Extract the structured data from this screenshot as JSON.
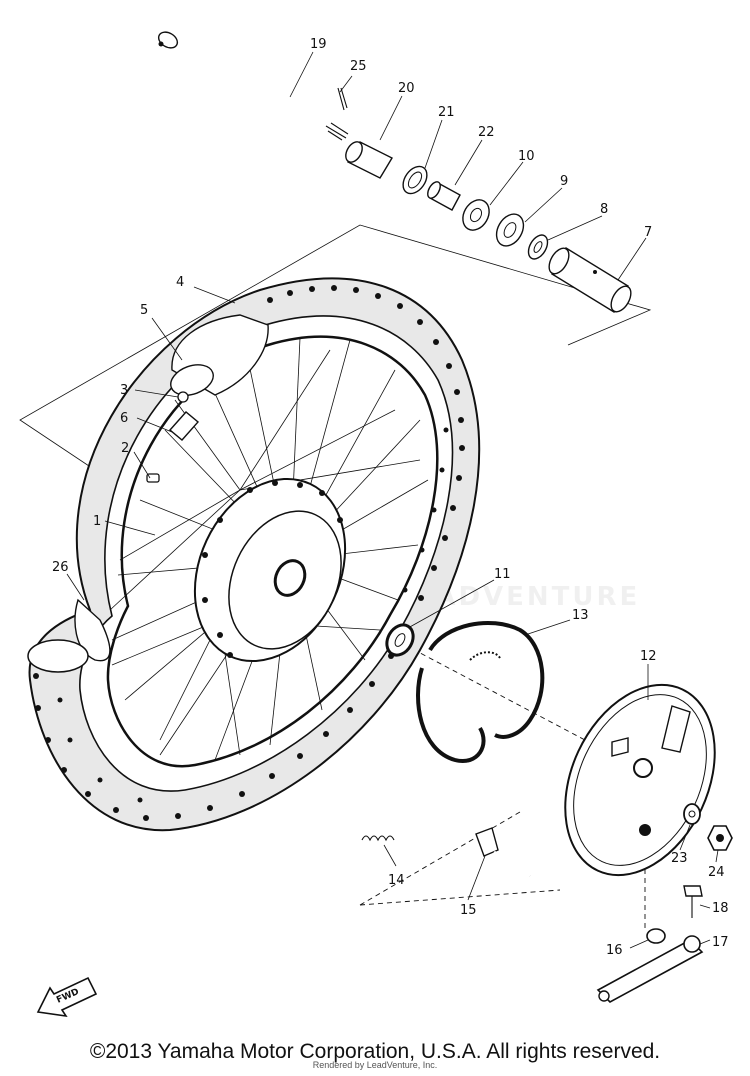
{
  "diagram": {
    "callouts": [
      {
        "id": "19",
        "label": "19"
      },
      {
        "id": "25",
        "label": "25"
      },
      {
        "id": "20",
        "label": "20"
      },
      {
        "id": "21",
        "label": "21"
      },
      {
        "id": "22",
        "label": "22"
      },
      {
        "id": "10",
        "label": "10"
      },
      {
        "id": "9",
        "label": "9"
      },
      {
        "id": "8",
        "label": "8"
      },
      {
        "id": "7",
        "label": "7"
      },
      {
        "id": "4",
        "label": "4"
      },
      {
        "id": "5",
        "label": "5"
      },
      {
        "id": "3",
        "label": "3"
      },
      {
        "id": "6",
        "label": "6"
      },
      {
        "id": "2",
        "label": "2"
      },
      {
        "id": "1",
        "label": "1"
      },
      {
        "id": "26",
        "label": "26"
      },
      {
        "id": "11",
        "label": "11"
      },
      {
        "id": "13",
        "label": "13"
      },
      {
        "id": "12",
        "label": "12"
      },
      {
        "id": "23",
        "label": "23"
      },
      {
        "id": "24",
        "label": "24"
      },
      {
        "id": "14",
        "label": "14"
      },
      {
        "id": "15",
        "label": "15"
      },
      {
        "id": "18",
        "label": "18"
      },
      {
        "id": "16",
        "label": "16"
      },
      {
        "id": "17",
        "label": "17"
      }
    ],
    "fwd_label": "FWD",
    "watermark": "LEADVENTURE"
  },
  "footer": {
    "copyright": "©2013 Yamaha Motor Corporation, U.S.A. All rights reserved.",
    "rendered_by": "Rendered by LeadVenture, Inc."
  }
}
